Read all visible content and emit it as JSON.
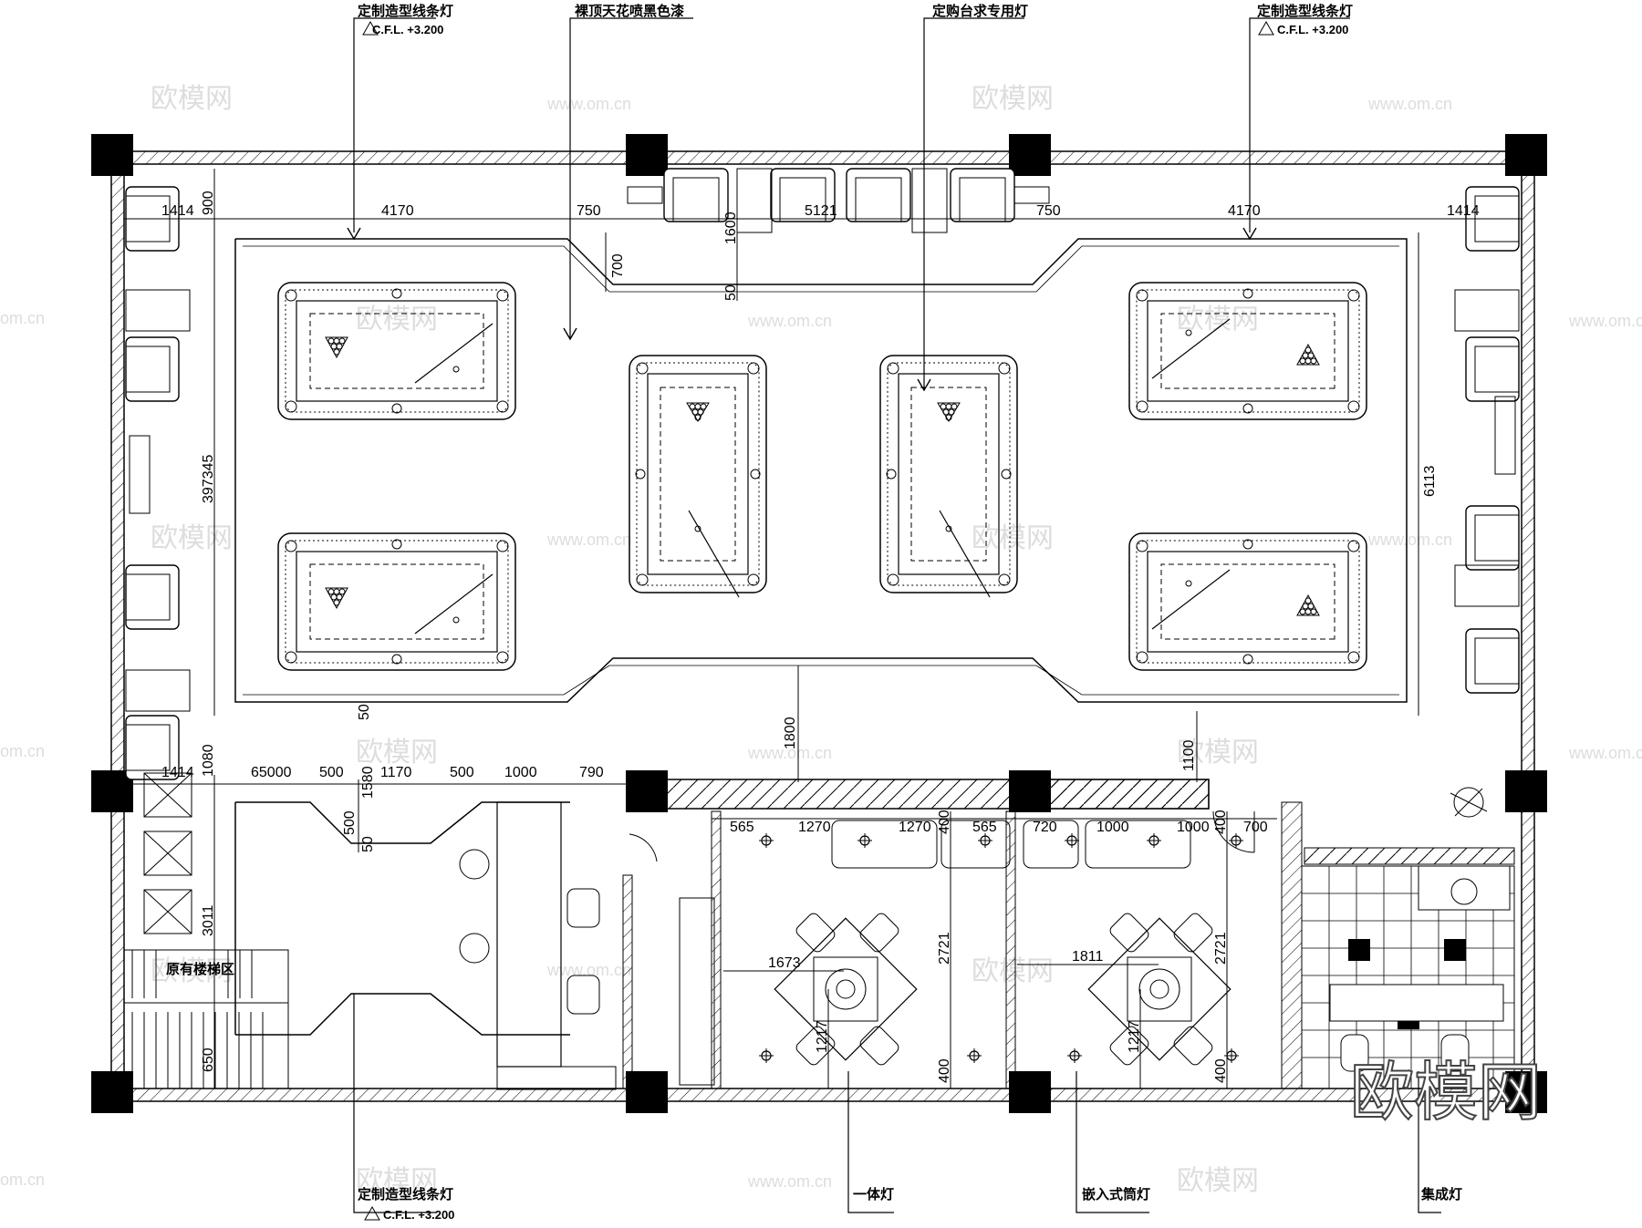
{
  "labels": {
    "top_left": "定制造型线条灯",
    "top_left_sub": "C.F.L. +3.200",
    "top_mid_left": "裸顶天花喷黑色漆",
    "top_mid_right": "定购台求专用灯",
    "top_right": "定制造型线条灯",
    "top_right_sub": "C.F.L. +3.200",
    "bottom_left": "定制造型线条灯",
    "bottom_left_sub": "C.F.L. +3.200",
    "bottom_mid1": "一体灯",
    "bottom_mid2": "嵌入式筒灯",
    "bottom_right": "集成灯",
    "stair_area": "原有楼梯区"
  },
  "dimensions": {
    "top_row": [
      "1414",
      "4170",
      "750",
      "5121",
      "750",
      "4170",
      "1414"
    ],
    "v_900": "900",
    "v_700": "700",
    "v_1600": "1600",
    "v_50a": "50",
    "v_397345": "397345",
    "v_6113": "6113",
    "v_50b": "50",
    "v_1080": "1080",
    "v_1800": "1800",
    "v_1100": "1100",
    "mid_row": [
      "1414",
      "65000",
      "500",
      "1170",
      "500",
      "1000",
      "790"
    ],
    "v_1580": "1580",
    "v_500": "500",
    "v_50c": "50",
    "v_3011": "3011",
    "v_650": "650",
    "room_row": [
      "565",
      "1270",
      "1270",
      "565",
      "720",
      "1000",
      "1000",
      "700"
    ],
    "v_400a": "400",
    "v_400b": "400",
    "v_400c": "400",
    "v_400d": "400",
    "h_1673": "1673",
    "h_1811": "1811",
    "v_2721a": "2721",
    "v_2721b": "2721",
    "v_1217a": "1217",
    "v_1217b": "1217"
  },
  "watermarks": {
    "cn": "欧模网",
    "url": "www.om.cn",
    "url_short": "om.cn",
    "big": "欧模网"
  },
  "colors": {
    "line": "#000000",
    "wall_fill": "#ffffff",
    "column": "#000000",
    "watermark": "#dddddd"
  }
}
